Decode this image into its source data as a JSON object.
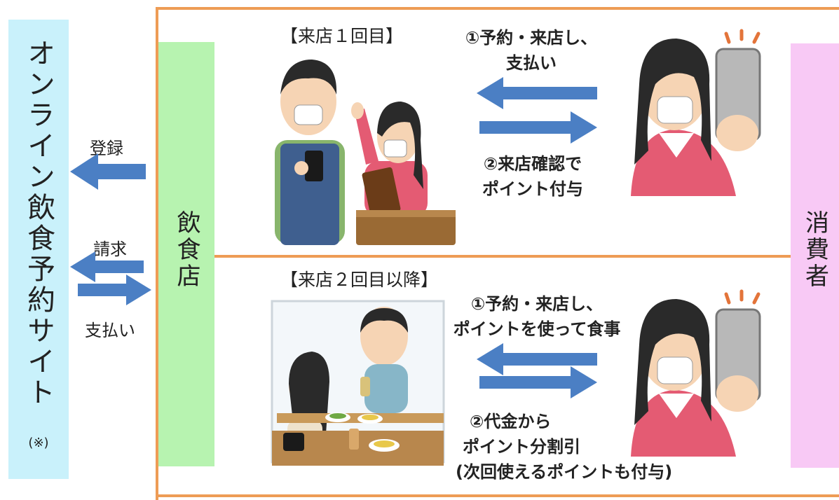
{
  "left": {
    "site_label": "オンライン飲食予約サイト",
    "site_note": "(※)",
    "register_label": "登録",
    "billing_label": "請求",
    "payment_label": "支払い"
  },
  "restaurant_label": "飲食店",
  "consumer_label": "消費者",
  "first_visit": {
    "title": "【来店１回目】",
    "step1_line1": "①予約・来店し、",
    "step1_line2": "支払い",
    "step2_line1": "②来店確認で",
    "step2_line2": "ポイント付与"
  },
  "second_visit": {
    "title": "【来店２回目以降】",
    "step1_line1": "①予約・来店し、",
    "step1_line2": "ポイントを使って食事",
    "step2_line1": "②代金から",
    "step2_line2": "ポイント分割引",
    "step2_line3": "(次回使えるポイントも付与)"
  },
  "colors": {
    "arrow": "#4b7fc4",
    "frame": "#ee9c55",
    "site_bg": "#c9f1fb",
    "restaurant_bg": "#b7f3b0",
    "consumer_bg": "#f8c9f5"
  }
}
